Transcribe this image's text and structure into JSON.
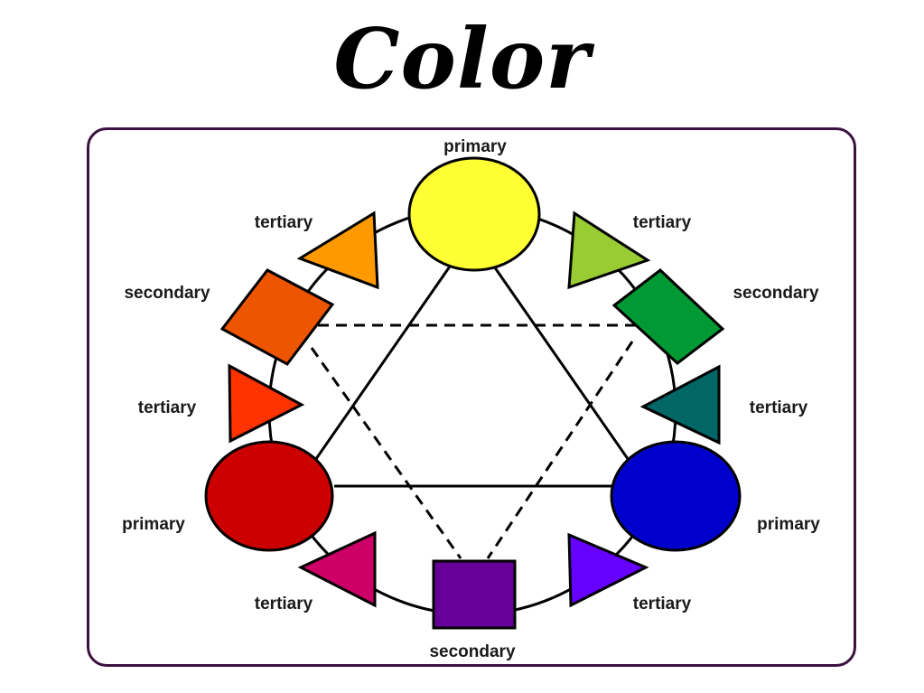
{
  "title": "Color",
  "frame_color": "#3b1140",
  "labels": {
    "top_primary": "primary",
    "upper_left_tertiary": "tertiary",
    "upper_right_tertiary": "tertiary",
    "left_secondary": "secondary",
    "right_secondary": "secondary",
    "mid_left_tertiary": "tertiary",
    "mid_right_tertiary": "tertiary",
    "left_primary": "primary",
    "right_primary": "primary",
    "lower_left_tertiary": "tertiary",
    "lower_right_tertiary": "tertiary",
    "bottom_secondary": "secondary"
  },
  "colors": {
    "yellow": "#ffff33",
    "yellow_orange": "#ff9900",
    "orange": "#ee5500",
    "red_orange": "#ff3300",
    "red": "#cc0000",
    "red_violet": "#cc0066",
    "violet": "#660099",
    "blue_violet": "#6600ff",
    "blue": "#0000cc",
    "blue_green": "#006666",
    "green": "#009933",
    "yellow_green": "#99cc33"
  }
}
